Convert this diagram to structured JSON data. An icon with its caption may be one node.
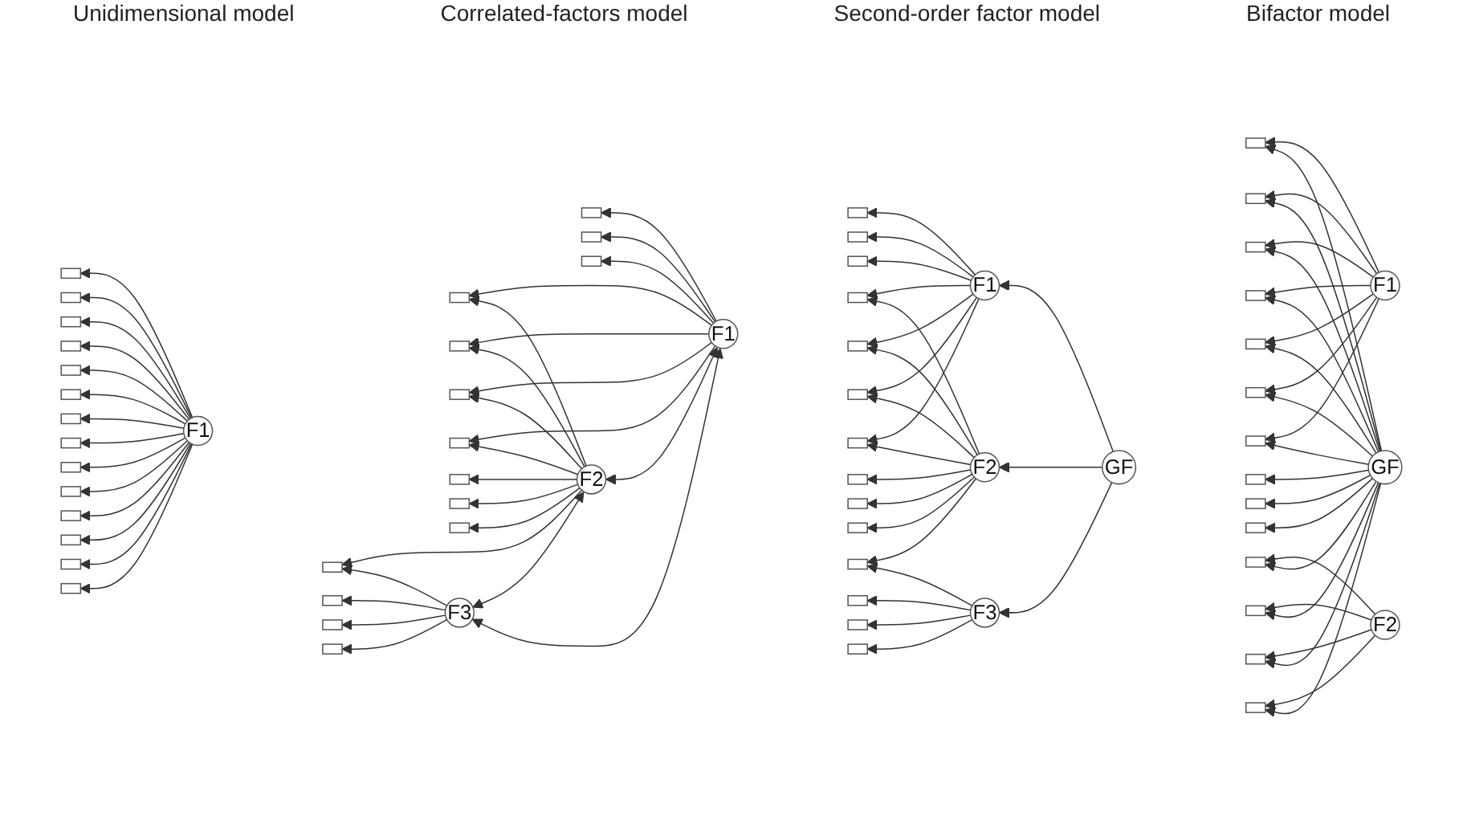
{
  "diagram": {
    "nodes": [
      {
        "text": [],
        "shape": "box"
      },
      {
        "text": [],
        "shape": "box"
      },
      {
        "text": [],
        "shape": "box"
      },
      {
        "text": [],
        "shape": "box"
      },
      {
        "text": [],
        "shape": "box"
      },
      {
        "text": [],
        "shape": "box"
      },
      {
        "text": [],
        "shape": "box"
      },
      {
        "text": [],
        "shape": "box"
      },
      {
        "text": [],
        "shape": "box"
      },
      {
        "text": [],
        "shape": "box"
      },
      {
        "text": [],
        "shape": "box"
      },
      {
        "text": [],
        "shape": "box"
      },
      {
        "text": [],
        "shape": "box"
      },
      {
        "text": [],
        "shape": "box"
      },
      {
        "text": [
          "F1"
        ]
      },
      {
        "text": [],
        "shape": "box"
      },
      {
        "text": [],
        "shape": "box"
      },
      {
        "text": [],
        "shape": "box"
      },
      {
        "text": [],
        "shape": "box"
      },
      {
        "text": [],
        "shape": "box"
      },
      {
        "text": [],
        "shape": "box"
      },
      {
        "text": [],
        "shape": "box"
      },
      {
        "text": [],
        "shape": "box"
      },
      {
        "text": [],
        "shape": "box"
      },
      {
        "text": [],
        "shape": "box"
      },
      {
        "text": [],
        "shape": "box"
      },
      {
        "text": [],
        "shape": "box"
      },
      {
        "text": [],
        "shape": "box"
      },
      {
        "text": [],
        "shape": "box"
      },
      {
        "text": [
          "F1"
        ]
      },
      {
        "text": [
          "F2"
        ]
      },
      {
        "text": [
          "F3"
        ]
      },
      {
        "text": [],
        "shape": "box"
      },
      {
        "text": [],
        "shape": "box"
      },
      {
        "text": [],
        "shape": "box"
      },
      {
        "text": [],
        "shape": "box"
      },
      {
        "text": [],
        "shape": "box"
      },
      {
        "text": [],
        "shape": "box"
      },
      {
        "text": [],
        "shape": "box"
      },
      {
        "text": [],
        "shape": "box"
      },
      {
        "text": [],
        "shape": "box"
      },
      {
        "text": [],
        "shape": "box"
      },
      {
        "text": [],
        "shape": "box"
      },
      {
        "text": [],
        "shape": "box"
      },
      {
        "text": [],
        "shape": "box"
      },
      {
        "text": [],
        "shape": "box"
      },
      {
        "text": [
          "F1"
        ]
      },
      {
        "text": [
          "F2"
        ]
      },
      {
        "text": [
          "F3"
        ]
      },
      {
        "text": [
          "GF"
        ]
      },
      {
        "text": [
          "GF"
        ]
      },
      {
        "text": [],
        "shape": "box"
      },
      {
        "text": [],
        "shape": "box"
      },
      {
        "text": [],
        "shape": "box"
      },
      {
        "text": [],
        "shape": "box"
      },
      {
        "text": [],
        "shape": "box"
      },
      {
        "text": [],
        "shape": "box"
      },
      {
        "text": [],
        "shape": "box"
      },
      {
        "text": [],
        "shape": "box"
      },
      {
        "text": [],
        "shape": "box"
      },
      {
        "text": [],
        "shape": "box"
      },
      {
        "text": [],
        "shape": "box"
      },
      {
        "text": [],
        "shape": "box"
      },
      {
        "text": [],
        "shape": "box"
      },
      {
        "text": [],
        "shape": "box"
      },
      {
        "text": [
          "F1"
        ]
      },
      {
        "text": [
          "F2"
        ]
      }
    ],
    "edges": [
      {
        "from": 14,
        "to": 0,
        "arrow": "to"
      },
      {
        "from": 14,
        "to": 1,
        "arrow": "to"
      },
      {
        "from": 14,
        "to": 2,
        "arrow": "to"
      },
      {
        "from": 14,
        "to": 3,
        "arrow": "to"
      },
      {
        "from": 14,
        "to": 4,
        "arrow": "to"
      },
      {
        "from": 14,
        "to": 5,
        "arrow": "to"
      },
      {
        "from": 14,
        "to": 6,
        "arrow": "to"
      },
      {
        "from": 14,
        "to": 7,
        "arrow": "to"
      },
      {
        "from": 14,
        "to": 8,
        "arrow": "to"
      },
      {
        "from": 14,
        "to": 9,
        "arrow": "to"
      },
      {
        "from": 14,
        "to": 10,
        "arrow": "to"
      },
      {
        "from": 14,
        "to": 11,
        "arrow": "to"
      },
      {
        "from": 14,
        "to": 12,
        "arrow": "to"
      },
      {
        "from": 14,
        "to": 13,
        "arrow": "to"
      },
      {
        "from": 29,
        "to": 15,
        "arrow": "to"
      },
      {
        "from": 29,
        "to": 16,
        "arrow": "to"
      },
      {
        "from": 29,
        "to": 17,
        "arrow": "to"
      },
      {
        "from": 29,
        "to": 18,
        "arrow": "to"
      },
      {
        "from": 29,
        "to": 19,
        "arrow": "to"
      },
      {
        "from": 29,
        "to": 20,
        "arrow": "to"
      },
      {
        "from": 29,
        "to": 21,
        "arrow": "to"
      },
      {
        "from": 30,
        "to": 18,
        "arrow": "to"
      },
      {
        "from": 30,
        "to": 19,
        "arrow": "to"
      },
      {
        "from": 30,
        "to": 20,
        "arrow": "to"
      },
      {
        "from": 30,
        "to": 21,
        "arrow": "to"
      },
      {
        "from": 30,
        "to": 22,
        "arrow": "to"
      },
      {
        "from": 30,
        "to": 23,
        "arrow": "to"
      },
      {
        "from": 30,
        "to": 24,
        "arrow": "to"
      },
      {
        "from": 30,
        "to": 25,
        "arrow": "to"
      },
      {
        "from": 31,
        "to": 25,
        "arrow": "to"
      },
      {
        "from": 31,
        "to": 26,
        "arrow": "to"
      },
      {
        "from": 31,
        "to": 27,
        "arrow": "to"
      },
      {
        "from": 31,
        "to": 28,
        "arrow": "to"
      },
      {
        "from": 29,
        "to": 30,
        "arrow": "both"
      },
      {
        "from": 30,
        "to": 31,
        "arrow": "both"
      },
      {
        "from": 29,
        "to": 31,
        "arrow": "both"
      },
      {
        "from": 46,
        "to": 32,
        "arrow": "to"
      },
      {
        "from": 46,
        "to": 33,
        "arrow": "to"
      },
      {
        "from": 46,
        "to": 34,
        "arrow": "to"
      },
      {
        "from": 46,
        "to": 35,
        "arrow": "to"
      },
      {
        "from": 46,
        "to": 36,
        "arrow": "to"
      },
      {
        "from": 46,
        "to": 37,
        "arrow": "to"
      },
      {
        "from": 46,
        "to": 38,
        "arrow": "to"
      },
      {
        "from": 47,
        "to": 35,
        "arrow": "to"
      },
      {
        "from": 47,
        "to": 36,
        "arrow": "to"
      },
      {
        "from": 47,
        "to": 37,
        "arrow": "to"
      },
      {
        "from": 47,
        "to": 38,
        "arrow": "to"
      },
      {
        "from": 47,
        "to": 39,
        "arrow": "to"
      },
      {
        "from": 47,
        "to": 40,
        "arrow": "to"
      },
      {
        "from": 47,
        "to": 41,
        "arrow": "to"
      },
      {
        "from": 47,
        "to": 42,
        "arrow": "to"
      },
      {
        "from": 48,
        "to": 42,
        "arrow": "to"
      },
      {
        "from": 48,
        "to": 43,
        "arrow": "to"
      },
      {
        "from": 48,
        "to": 44,
        "arrow": "to"
      },
      {
        "from": 48,
        "to": 45,
        "arrow": "to"
      },
      {
        "from": 49,
        "to": 46,
        "arrow": "to"
      },
      {
        "from": 49,
        "to": 47,
        "arrow": "to"
      },
      {
        "from": 49,
        "to": 48,
        "arrow": "to"
      },
      {
        "from": 50,
        "to": 51,
        "arrow": "to"
      },
      {
        "from": 50,
        "to": 52,
        "arrow": "to"
      },
      {
        "from": 50,
        "to": 53,
        "arrow": "to"
      },
      {
        "from": 50,
        "to": 54,
        "arrow": "to"
      },
      {
        "from": 50,
        "to": 55,
        "arrow": "to"
      },
      {
        "from": 50,
        "to": 56,
        "arrow": "to"
      },
      {
        "from": 50,
        "to": 57,
        "arrow": "to"
      },
      {
        "from": 50,
        "to": 58,
        "arrow": "to"
      },
      {
        "from": 50,
        "to": 59,
        "arrow": "to"
      },
      {
        "from": 50,
        "to": 60,
        "arrow": "to"
      },
      {
        "from": 50,
        "to": 61,
        "arrow": "to"
      },
      {
        "from": 50,
        "to": 62,
        "arrow": "to"
      },
      {
        "from": 50,
        "to": 63,
        "arrow": "to"
      },
      {
        "from": 50,
        "to": 64,
        "arrow": "to"
      },
      {
        "from": 65,
        "to": 51,
        "arrow": "to"
      },
      {
        "from": 65,
        "to": 52,
        "arrow": "to"
      },
      {
        "from": 65,
        "to": 53,
        "arrow": "to"
      },
      {
        "from": 65,
        "to": 54,
        "arrow": "to"
      },
      {
        "from": 65,
        "to": 55,
        "arrow": "to"
      },
      {
        "from": 65,
        "to": 56,
        "arrow": "to"
      },
      {
        "from": 65,
        "to": 57,
        "arrow": "to"
      },
      {
        "from": 66,
        "to": 61,
        "arrow": "to"
      },
      {
        "from": 66,
        "to": 62,
        "arrow": "to"
      },
      {
        "from": 66,
        "to": 63,
        "arrow": "to"
      },
      {
        "from": 66,
        "to": 64,
        "arrow": "to"
      }
    ],
    "labels": [
      "Unidimensional model",
      "Correlated-factors model",
      "Second-order factor model",
      "Bifactor model"
    ]
  }
}
